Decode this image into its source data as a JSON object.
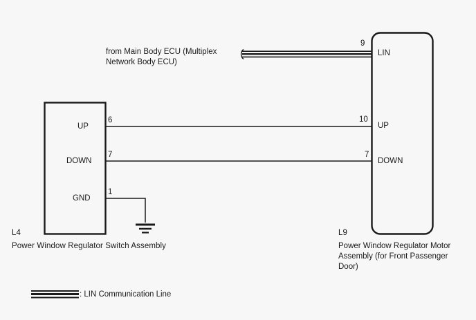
{
  "diagram": {
    "title_note": "from Main Body ECU (Multiplex\nNetwork Body ECU)",
    "background_color": "#f7f7f7",
    "line_color": "#1a1a1a"
  },
  "left_connector": {
    "code": "L4",
    "name": "Power Window Regulator Switch Assembly",
    "pins": [
      {
        "label": "UP",
        "number": "6"
      },
      {
        "label": "DOWN",
        "number": "7"
      },
      {
        "label": "GND",
        "number": "1"
      }
    ]
  },
  "right_connector": {
    "code": "L9",
    "name": "Power Window Regulator Motor\nAssembly (for Front Passenger\nDoor)",
    "pins": [
      {
        "label": "LIN",
        "number": "9"
      },
      {
        "label": "UP",
        "number": "10"
      },
      {
        "label": "DOWN",
        "number": "7"
      }
    ]
  },
  "legend": {
    "swatch_name": "lin-communication-line-swatch",
    "text": ": LIN Communication Line"
  },
  "symbols": {
    "ground": "earth-ground-symbol"
  }
}
